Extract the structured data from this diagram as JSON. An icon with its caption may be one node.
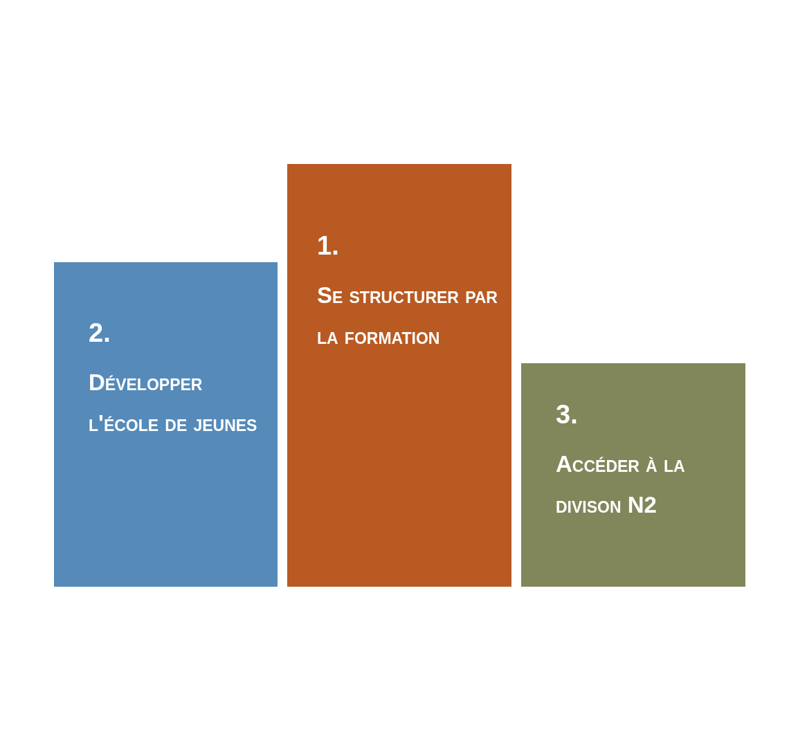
{
  "diagram": {
    "nodes": [
      {
        "text": [
          "2.",
          "Développer l'école de jeunes"
        ]
      },
      {
        "text": [
          "1.",
          "Se structurer par la formation"
        ]
      },
      {
        "text": [
          "3.",
          "Accéder à la divison N2"
        ]
      }
    ]
  }
}
